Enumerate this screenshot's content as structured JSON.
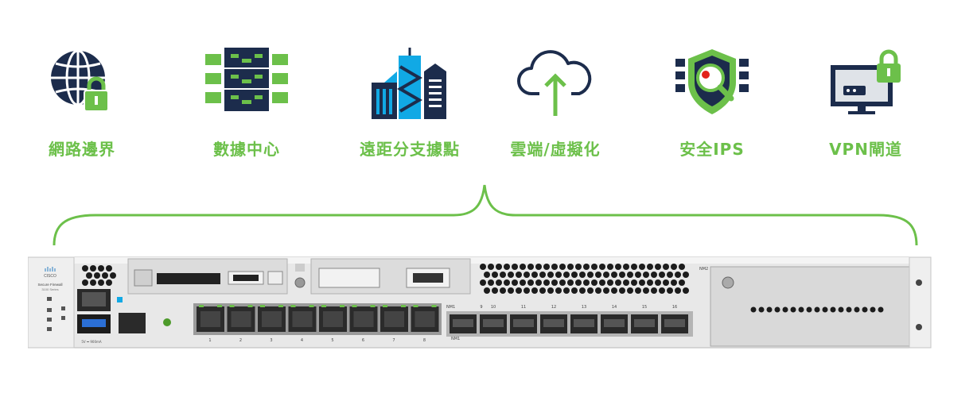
{
  "colors": {
    "navy": "#1c2c4c",
    "green": "#6cc04a",
    "blue": "#11a9e5",
    "chassis": "#e6e6e6",
    "red": "#e2231a"
  },
  "features": [
    {
      "icon": "globe-lock-icon",
      "label": "網路邊界"
    },
    {
      "icon": "server-rack-icon",
      "label": "數據中心"
    },
    {
      "icon": "city-buildings-icon",
      "label": "遠距分支據點"
    },
    {
      "icon": "cloud-upload-icon",
      "label": "雲端/虛擬化"
    },
    {
      "icon": "shield-search-icon",
      "label": "安全IPS"
    },
    {
      "icon": "monitor-lock-icon",
      "label": "VPN閘道"
    }
  ],
  "device": {
    "brand": "CISCO",
    "model_line1": "Secure Firewall",
    "model_line2": "3100 Series",
    "port_numbers": [
      "1",
      "2",
      "3",
      "4",
      "5",
      "6",
      "7",
      "8"
    ],
    "nm1_label": "NM1",
    "sfp_numbers": [
      "9",
      "10",
      "11",
      "12",
      "13",
      "14",
      "15",
      "16"
    ],
    "nm2_label": "NM2",
    "usb_label": "5V ⎓ 900mA"
  }
}
